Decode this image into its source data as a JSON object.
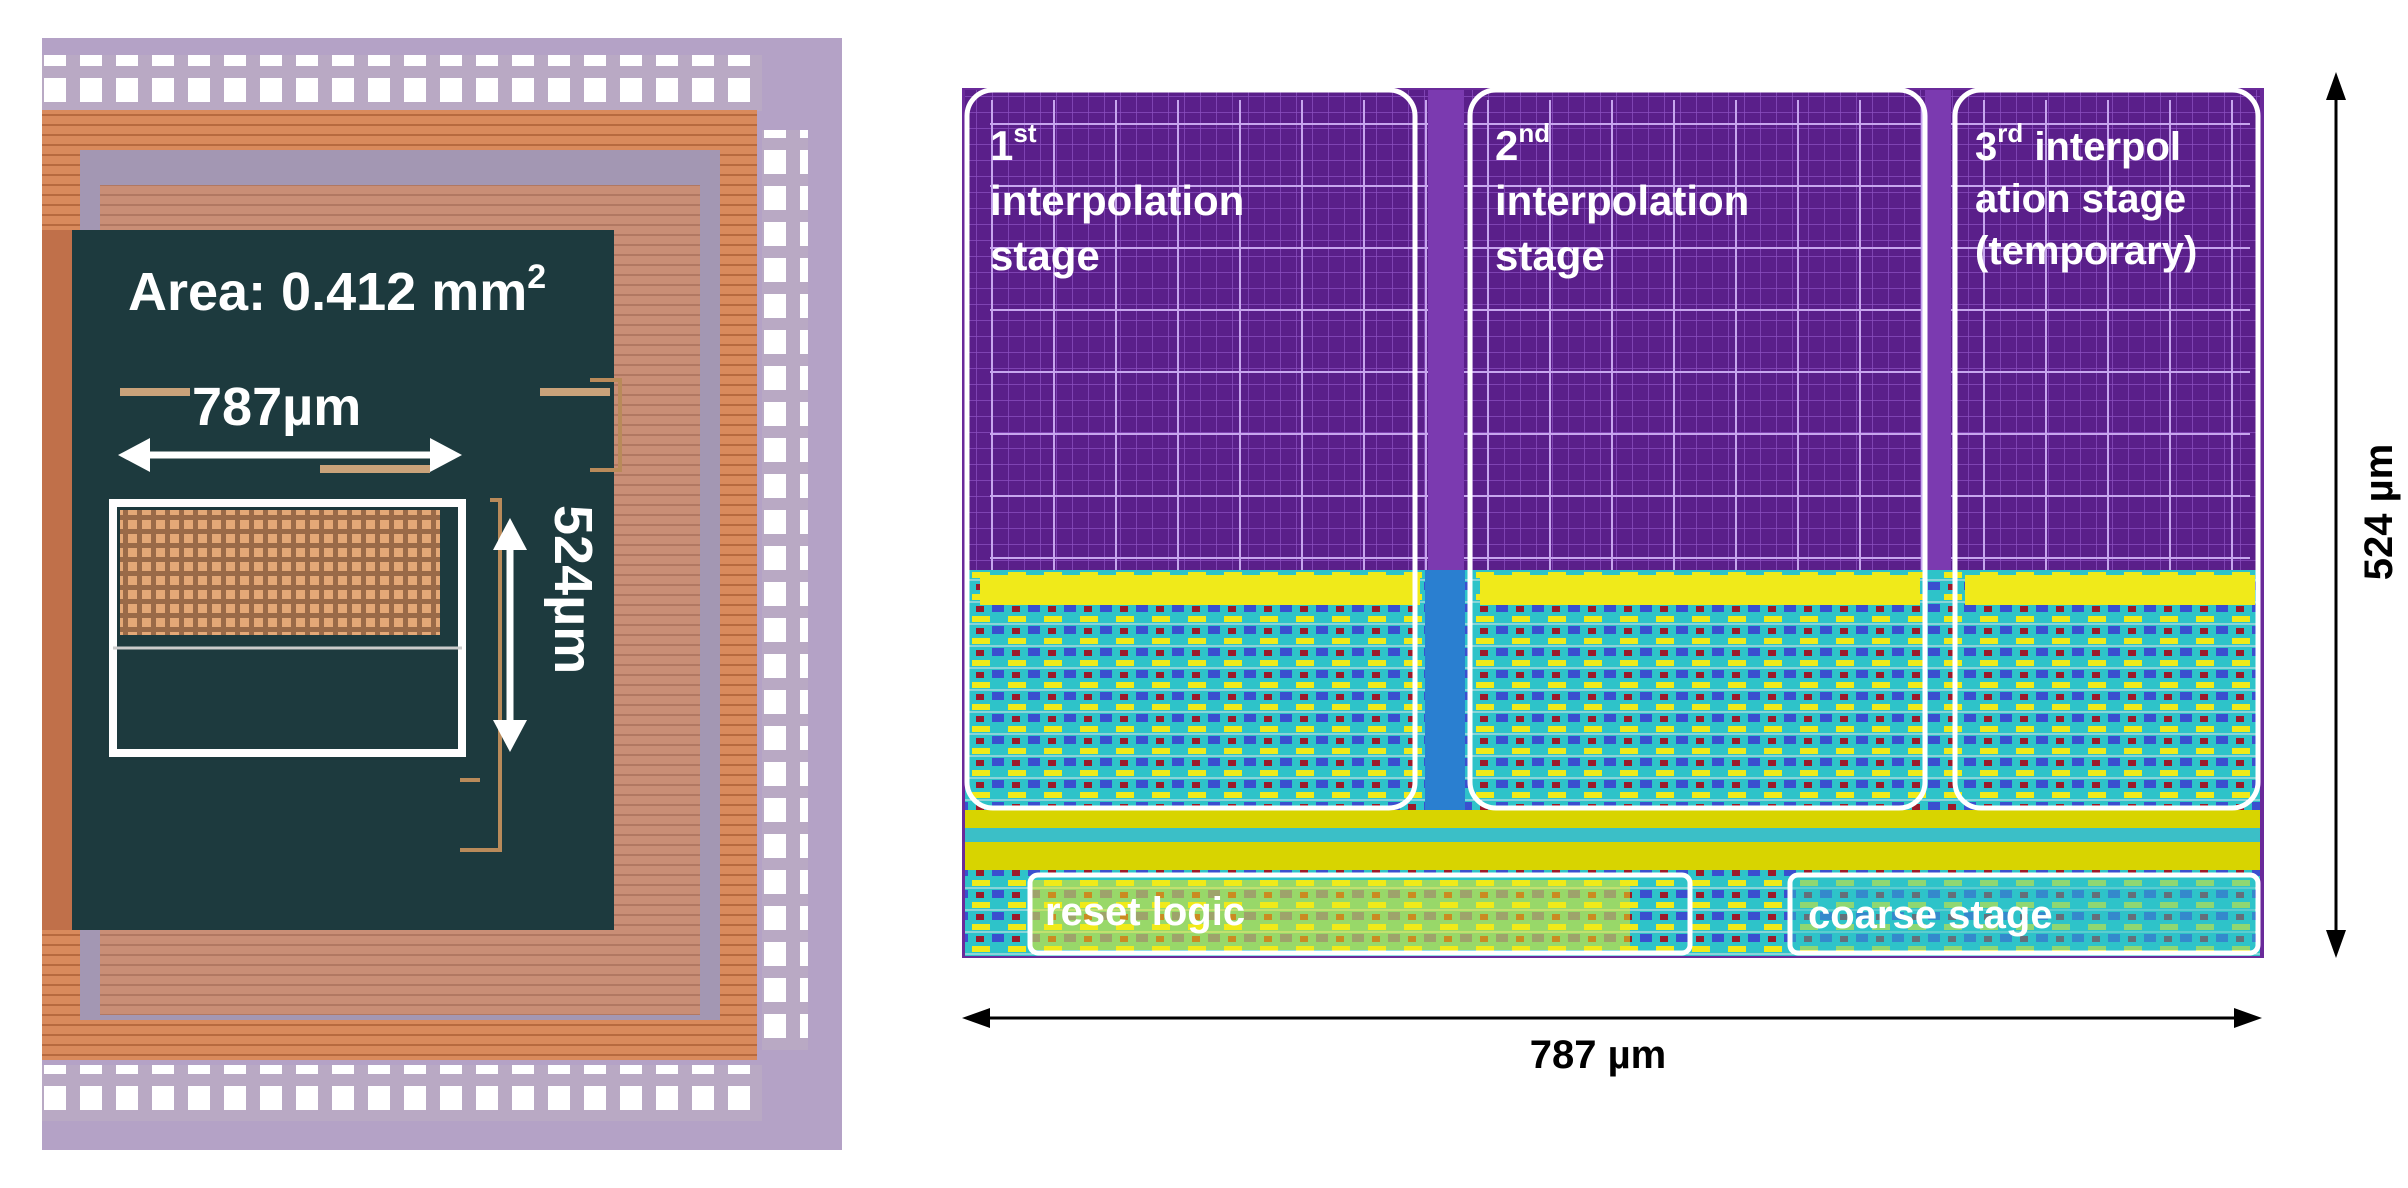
{
  "die_photo": {
    "area_label": "Area: 0.412 mm",
    "area_superscript": "2",
    "width_label": "787µm",
    "height_label": "524µm"
  },
  "layout": {
    "stage1": {
      "num": "1",
      "sup": "st",
      "line2": "interpolation",
      "line3": "stage"
    },
    "stage2": {
      "num": "2",
      "sup": "nd",
      "line2": "interpolation",
      "line3": "stage"
    },
    "stage3": {
      "num": "3",
      "sup": "rd",
      "line1_rest": " interpol",
      "line2": "ation stage",
      "line3": "(temporary)"
    },
    "reset_label": "reset logic",
    "coarse_label": "coarse stage"
  },
  "dimensions": {
    "width_label": "787 µm",
    "height_label": "524 µm"
  },
  "colors": {
    "interp_purple": "#5a1f8a",
    "logic_yellow": "#e8e000",
    "die_orange": "#d8895a",
    "die_dark": "#1d3a3e",
    "outline_white": "#ffffff"
  }
}
